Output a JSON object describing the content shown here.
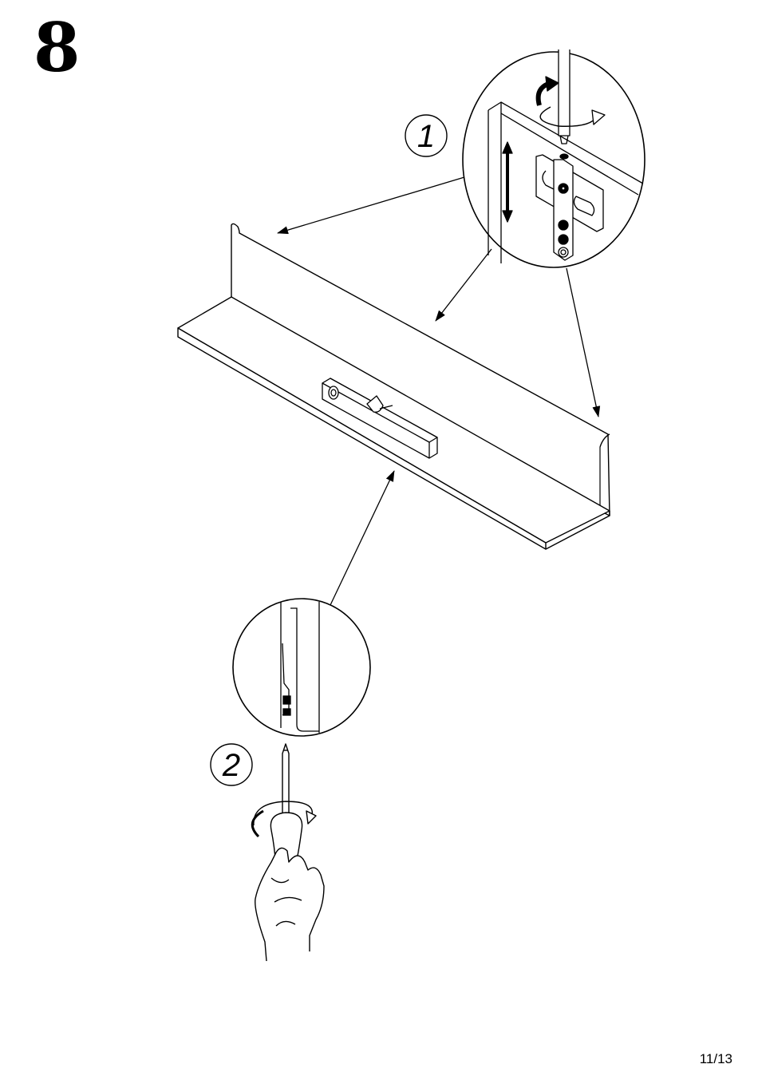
{
  "step": {
    "number": "8"
  },
  "callouts": {
    "first": "1",
    "second": "2"
  },
  "footer": {
    "page": "11/13"
  }
}
